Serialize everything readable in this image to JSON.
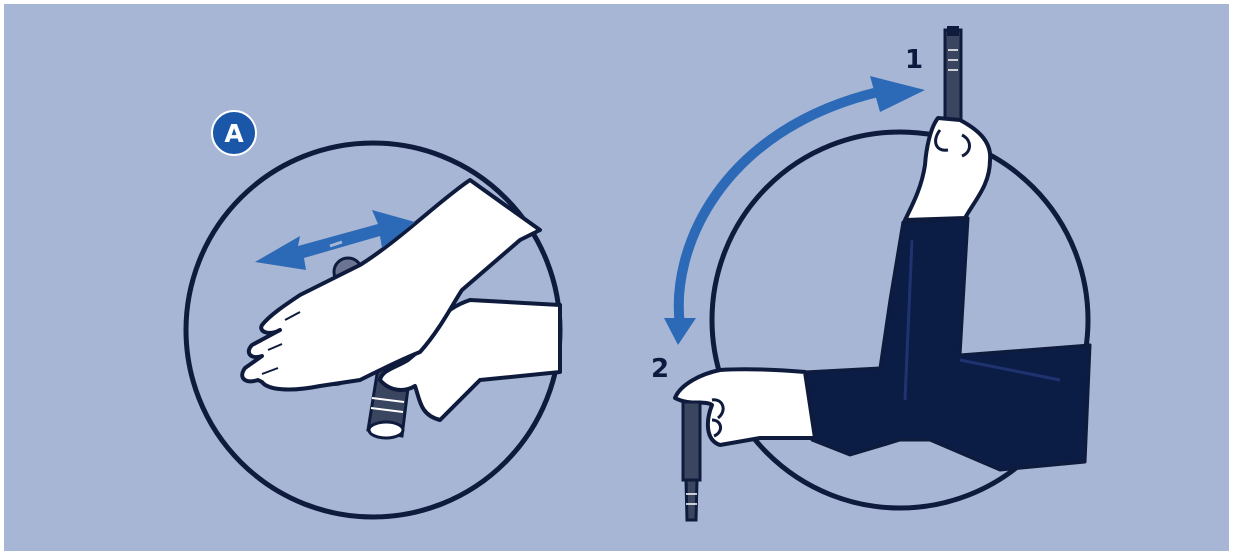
{
  "colors": {
    "background": "#a7b6d5",
    "outline": "#0f1b3d",
    "accent_blue": "#2c6ab7",
    "sleeve": "#0b1c45",
    "skin": "#ffffff",
    "pen_body": "#3a4560"
  },
  "badge": {
    "letter": "A"
  },
  "steps": {
    "one": "1",
    "two": "2"
  },
  "icons": {
    "double_arrow": "double-headed-horizontal-arrow",
    "rotation_arrow": "curved-rotation-arrow"
  }
}
